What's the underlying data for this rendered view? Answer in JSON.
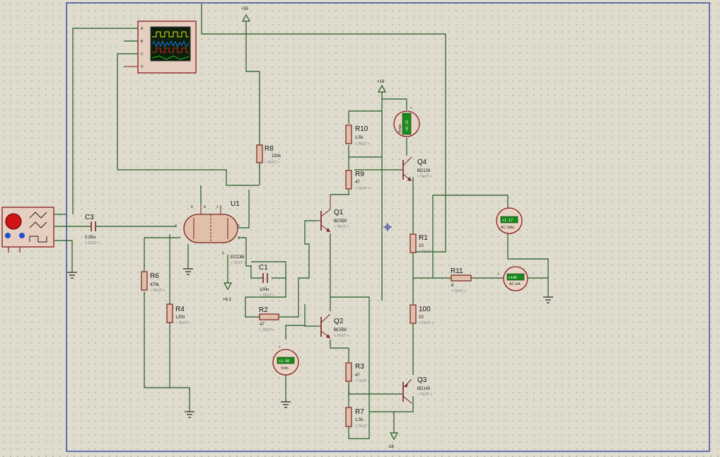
{
  "colors": {
    "background": "#dfdcce",
    "grid_dot": "#9a9a8c",
    "wire": "#1f5a1f",
    "border": "#2c3a9a",
    "component_outline": "#7a2020",
    "resistor_fill": "#e0c0a8",
    "meter_lcd": "#1c8a1c"
  },
  "icons": {
    "cursor": "crosshair-cursor-icon",
    "generator": "signal-generator-icon",
    "scope": "oscilloscope-icon",
    "ground": "ground-icon",
    "supply": "power-terminal-icon"
  },
  "power": {
    "vplus_top": "+55",
    "vplus_mid": "+18",
    "vminus_bot": "-18",
    "heater": "+6.3"
  },
  "text_placeholder": "< TEXT >",
  "scope_channels": [
    "A",
    "B",
    "C",
    "D"
  ],
  "resistors": {
    "R8": {
      "ref": "R8",
      "value": "150k"
    },
    "R10": {
      "ref": "R10",
      "value": "1.5k"
    },
    "R9": {
      "ref": "R9",
      "value": "47"
    },
    "R6": {
      "ref": "R6",
      "value": "470k"
    },
    "R4": {
      "ref": "R4",
      "value": "1200"
    },
    "R2": {
      "ref": "R2",
      "value": "47"
    },
    "R1": {
      "ref": "R1",
      "value": "10"
    },
    "R11": {
      "ref": "R11",
      "value": "8"
    },
    "R100": {
      "ref": "100",
      "value": "10"
    },
    "R3": {
      "ref": "R3",
      "value": "47"
    },
    "R7": {
      "ref": "R7",
      "value": "1.5k"
    }
  },
  "capacitors": {
    "C3": {
      "ref": "C3",
      "value": "0.35u"
    },
    "C1": {
      "ref": "C1",
      "value": "100n"
    }
  },
  "transistors": {
    "Q1": {
      "ref": "Q1",
      "part": "BC550"
    },
    "Q2": {
      "ref": "Q2",
      "part": "BC550"
    },
    "Q3": {
      "ref": "Q3",
      "part": "BD140"
    },
    "Q4": {
      "ref": "Q4",
      "part": "BD139"
    }
  },
  "tube": {
    "ref": "U1",
    "part": "ECC88",
    "pins": [
      "6",
      "8",
      "1",
      "7",
      "2",
      "3",
      "5"
    ]
  },
  "meters": {
    "m_top": {
      "reading": "+6.32",
      "unit": "Amps"
    },
    "m_volt": {
      "reading": "+1.98",
      "unit": "Volts"
    },
    "m_acvolts": {
      "reading": "+1.17",
      "unit": "AC Volts"
    },
    "m_acma": {
      "reading": "+146",
      "unit": "AC mA"
    }
  }
}
